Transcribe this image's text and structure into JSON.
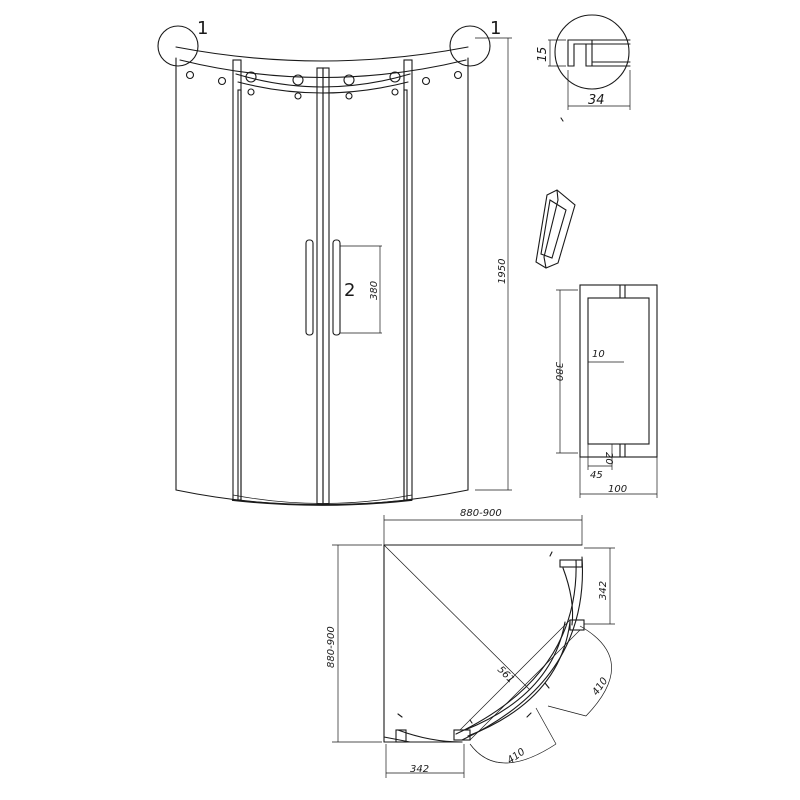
{
  "callouts": {
    "detail_1_left": "1",
    "detail_1_right": "1",
    "handle": "2"
  },
  "dims": {
    "height": "1950",
    "handle_length": "380",
    "profile_height": "15",
    "profile_width": "34",
    "handle_detail_length": "380",
    "handle_detail_offset": "10",
    "handle_detail_gap": "20",
    "handle_detail_depth": "45",
    "handle_detail_total": "100",
    "plan_width": "880-900",
    "plan_depth": "880-900",
    "plan_diagonal": "561",
    "plan_side_right": "342",
    "plan_side_bottom": "342",
    "plan_arc_right": "410",
    "plan_arc_bottom": "410"
  }
}
